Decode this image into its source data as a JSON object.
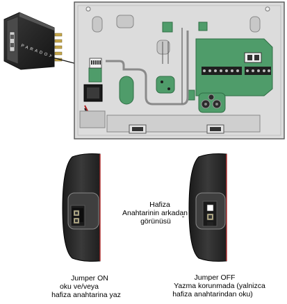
{
  "module_label": "PARADOX",
  "left_key": {
    "caption_line1": "Jumper ON",
    "caption_line2": "oku ve/veya",
    "caption_line3": "hafiza anahtarina yaz"
  },
  "right_key": {
    "caption_line1": "Jumper OFF",
    "caption_line2": "Yazma korunmada (yalnizca",
    "caption_line3": "hafiza anahtarindan oku)"
  },
  "center_note": {
    "line1": "Hafiza",
    "line2": "Anahtarinin arkadan",
    "line3": "görünüsü"
  },
  "colors": {
    "board_fill": "#dcdcdc",
    "pcb_green": "#4f9c6a",
    "pcb_dark": "#2f6e45",
    "key_body": "#2a2a2a",
    "key_edge": "#b03030"
  }
}
